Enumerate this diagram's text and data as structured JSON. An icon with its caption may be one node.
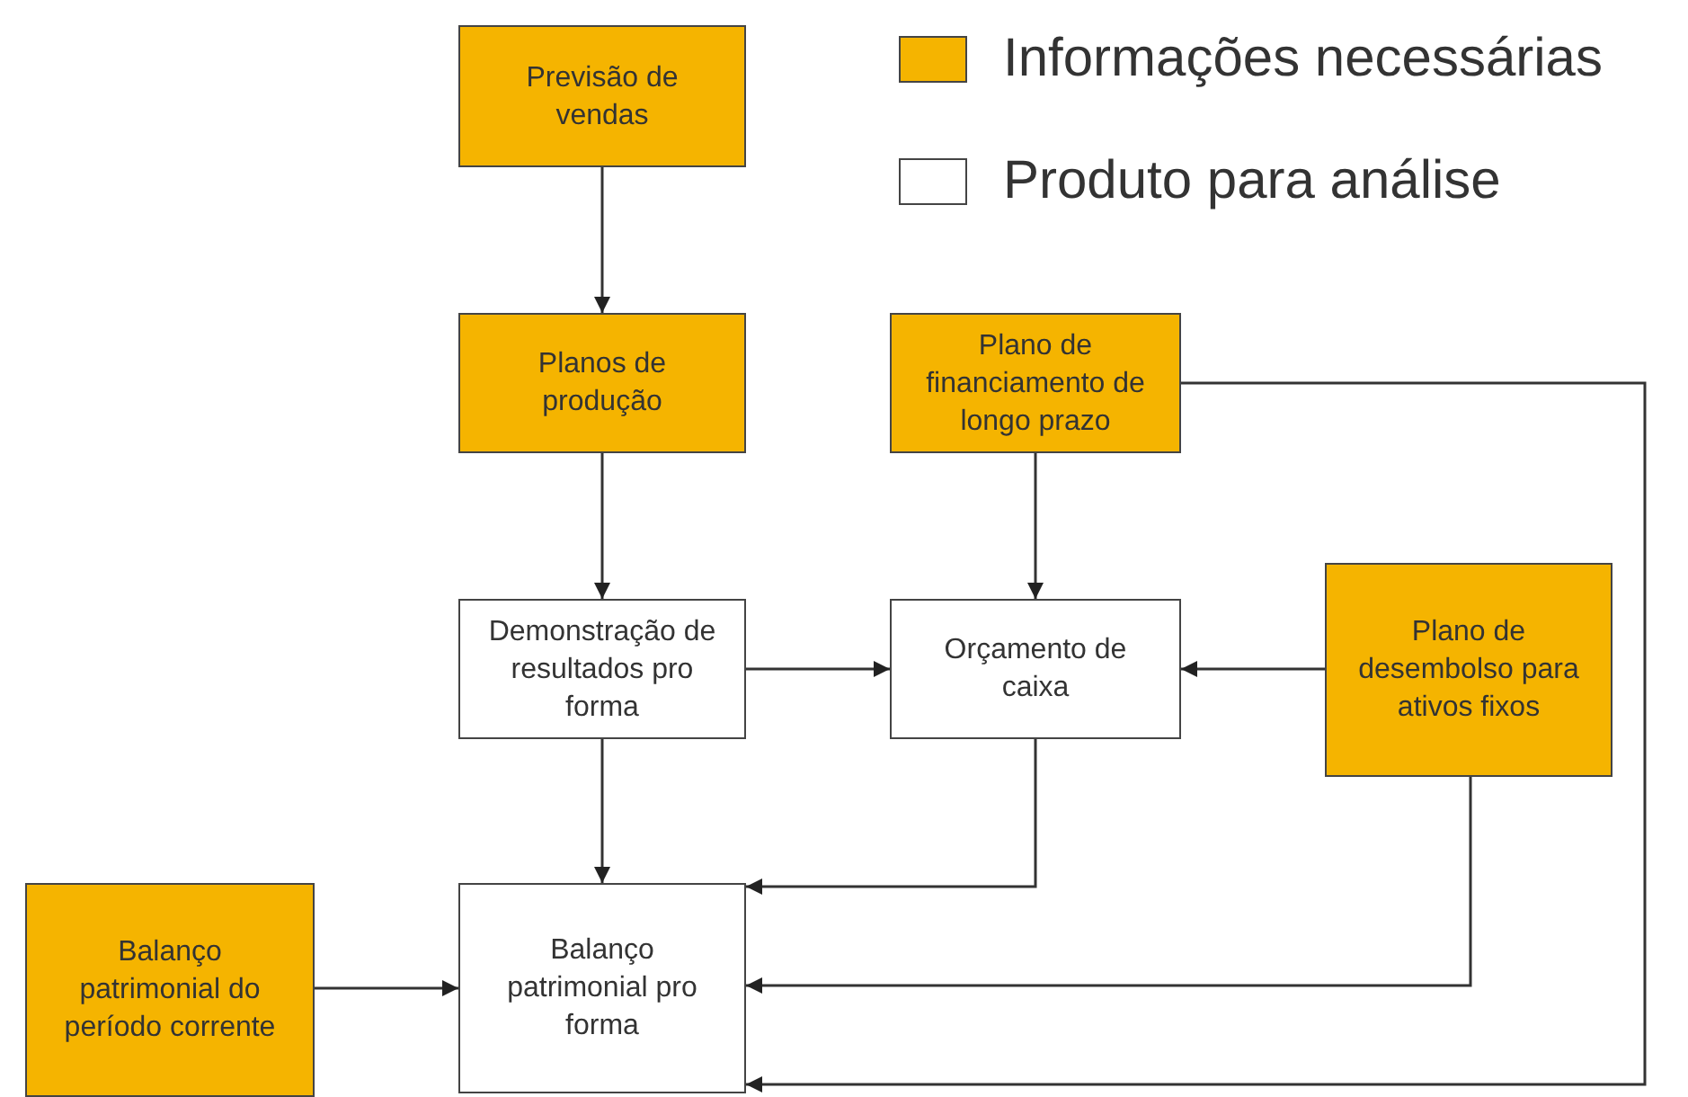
{
  "diagram": {
    "nodes": [
      {
        "text": [
          "Previsão de vendas"
        ]
      },
      {
        "text": [
          "Planos de produção"
        ]
      },
      {
        "text": [
          "Plano de financiamento de longo prazo"
        ]
      },
      {
        "text": [
          "Demonstração de resultados pro forma"
        ]
      },
      {
        "text": [
          "Orçamento de caixa"
        ]
      },
      {
        "text": [
          "Plano de desembolso para ativos fixos"
        ]
      },
      {
        "text": [
          "Balanço patrimonial do período corrente"
        ]
      },
      {
        "text": [
          "Balanço patrimonial pro forma"
        ]
      }
    ],
    "edges": [
      {
        "from": 0,
        "to": 1,
        "arrow": "to"
      },
      {
        "from": 1,
        "to": 3,
        "arrow": "to"
      },
      {
        "from": 2,
        "to": 4,
        "arrow": "to"
      },
      {
        "from": 3,
        "to": 4,
        "arrow": "to"
      },
      {
        "from": 5,
        "to": 4,
        "arrow": "to"
      },
      {
        "from": 3,
        "to": 7,
        "arrow": "to"
      },
      {
        "from": 4,
        "to": 7,
        "arrow": "to"
      },
      {
        "from": 5,
        "to": 7,
        "arrow": "to"
      },
      {
        "from": 6,
        "to": 7,
        "arrow": "to"
      },
      {
        "from": 2,
        "to": 7,
        "arrow": "to"
      }
    ],
    "legend": [
      {
        "text": "Informações necessárias",
        "color": "#f5b400"
      },
      {
        "text": "Produto para análise",
        "color": "#ffffff"
      }
    ]
  }
}
